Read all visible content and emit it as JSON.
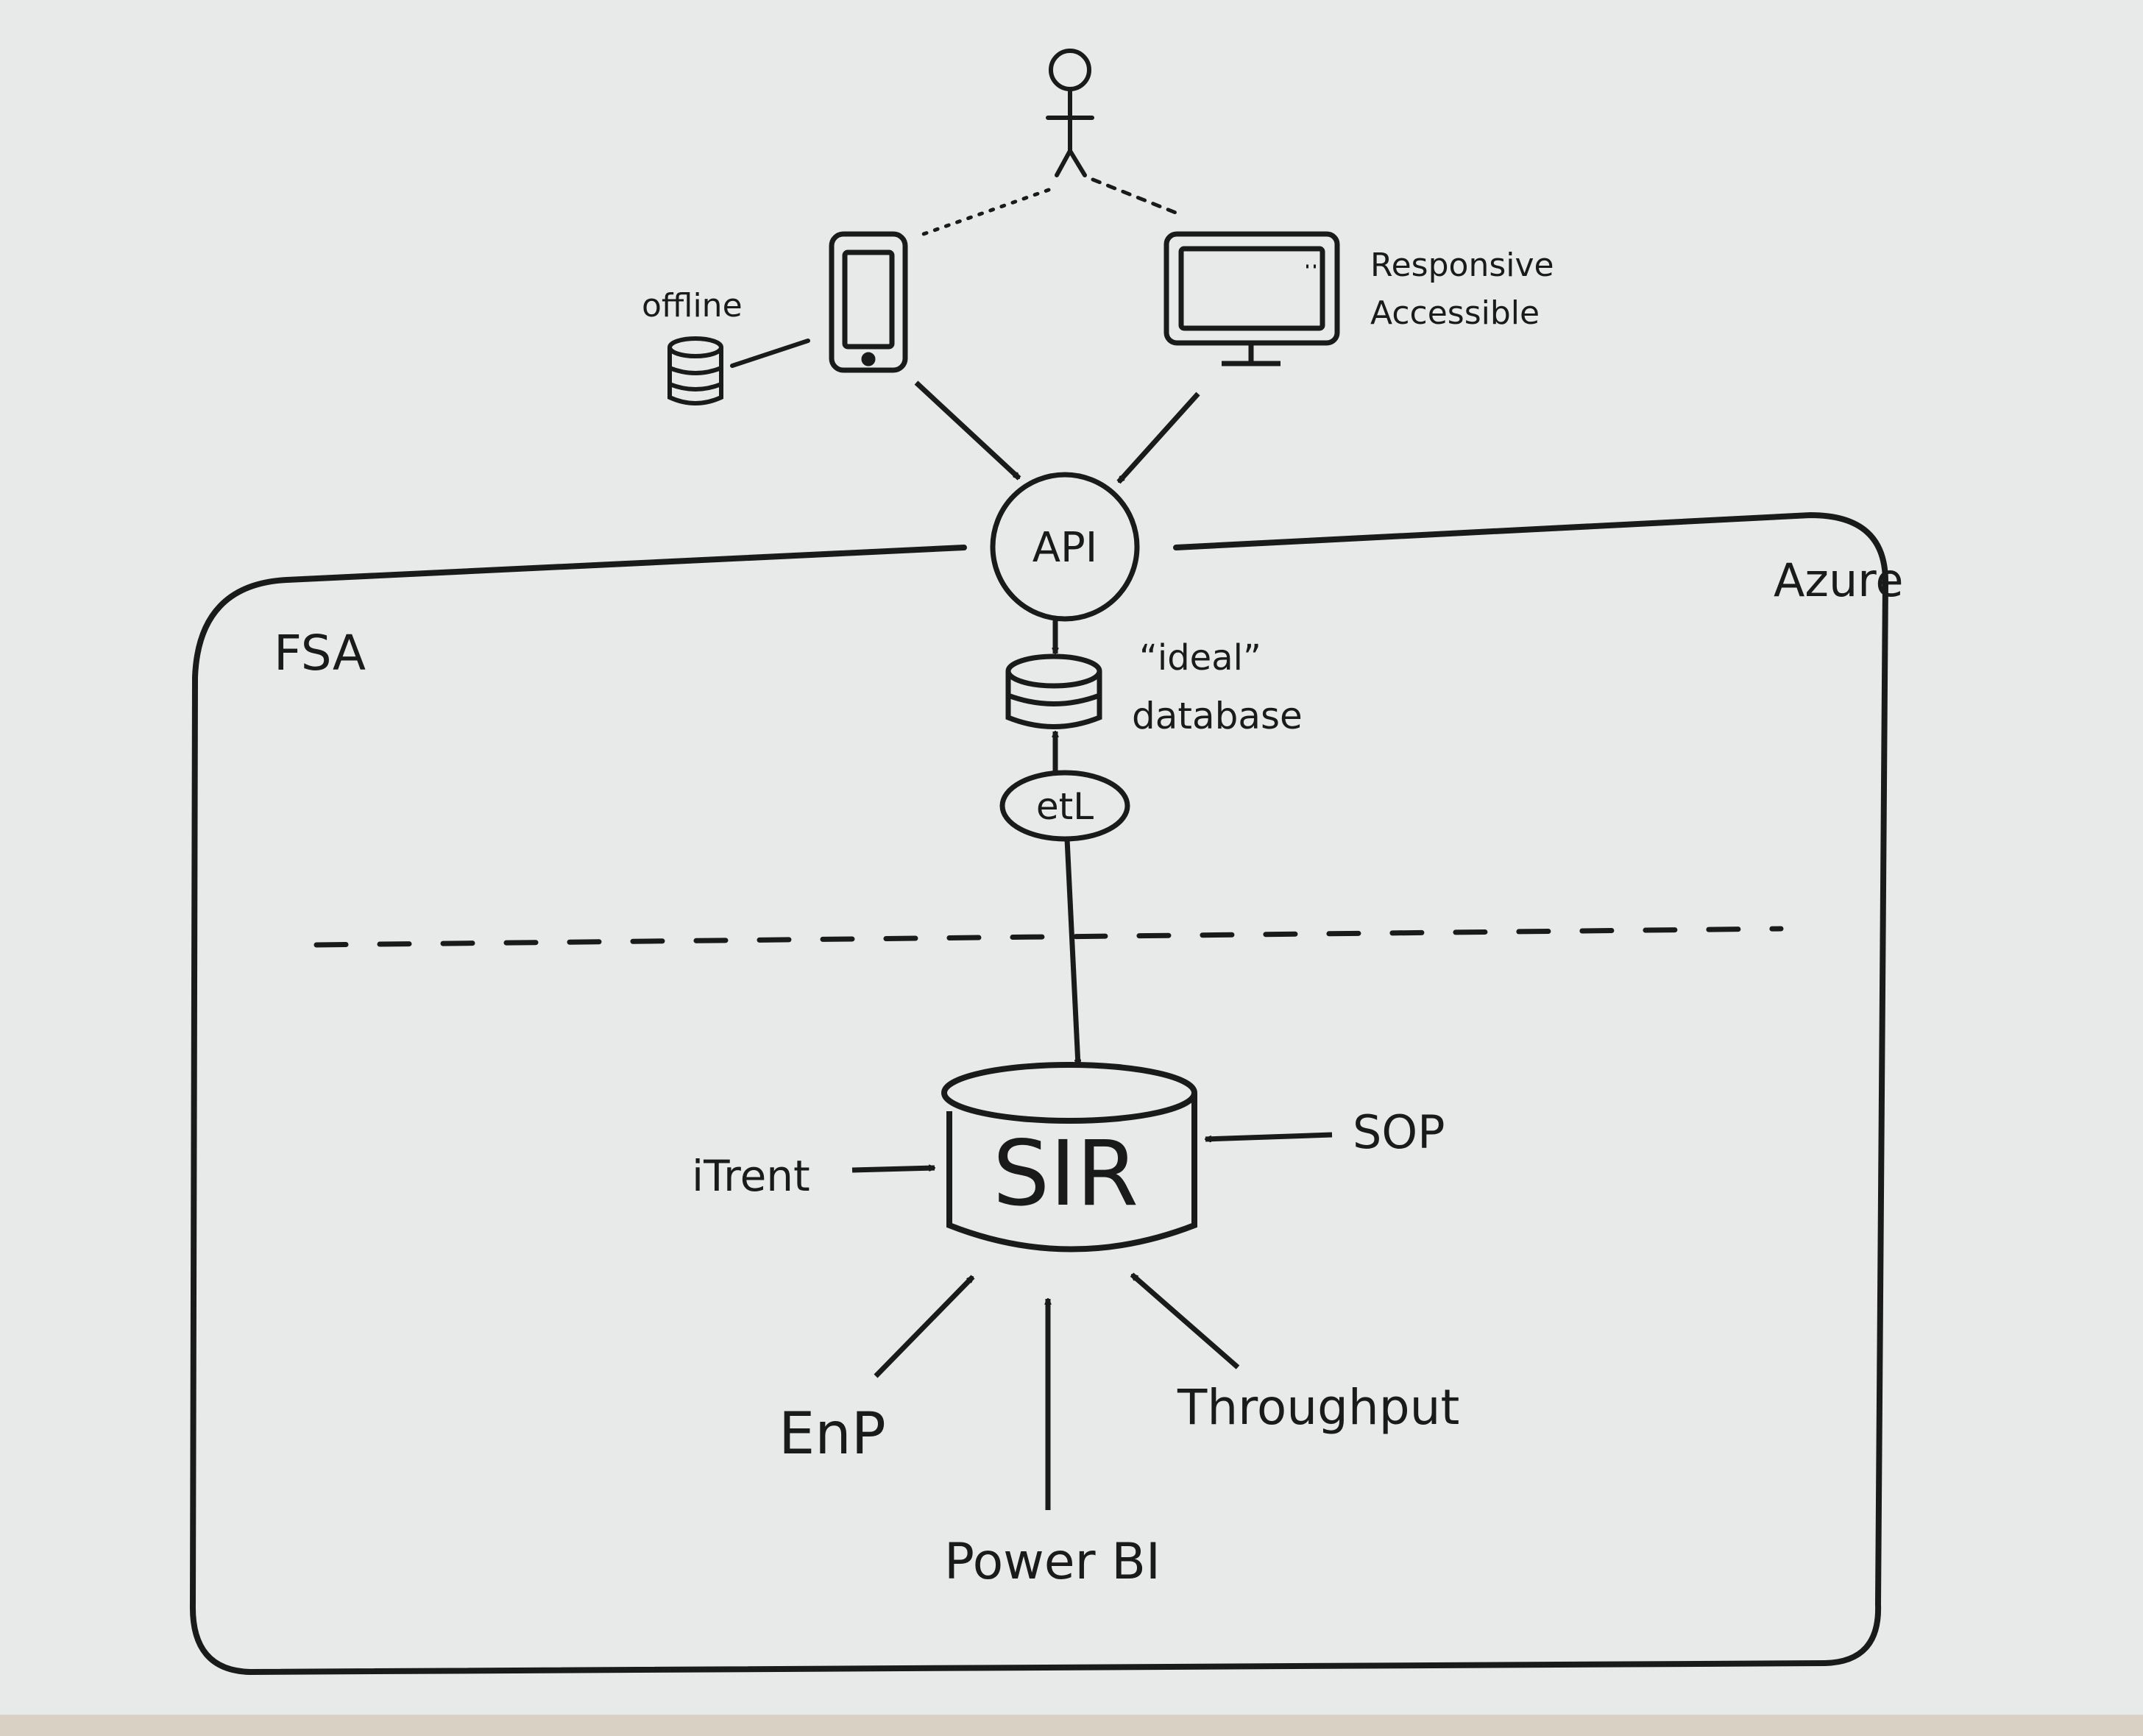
{
  "labels": {
    "offline": "offline",
    "responsive": "Responsive",
    "accessible": "Accessible",
    "api": "API",
    "azure": "Azure",
    "fsa": "FSA",
    "ideal": "“ideal”",
    "database": "database",
    "etl": "etL",
    "sir": "SIR",
    "itrent": "iTrent",
    "sop": "SOP",
    "enp": "EnP",
    "throughput": "Throughput",
    "powerbi": "Power BI"
  },
  "colors": {
    "ink": "#1a1a1a",
    "paper": "#e8eaea",
    "table": "#d9d2c4"
  },
  "icons": [
    "person-icon",
    "phone-icon",
    "monitor-icon",
    "database-icon"
  ]
}
